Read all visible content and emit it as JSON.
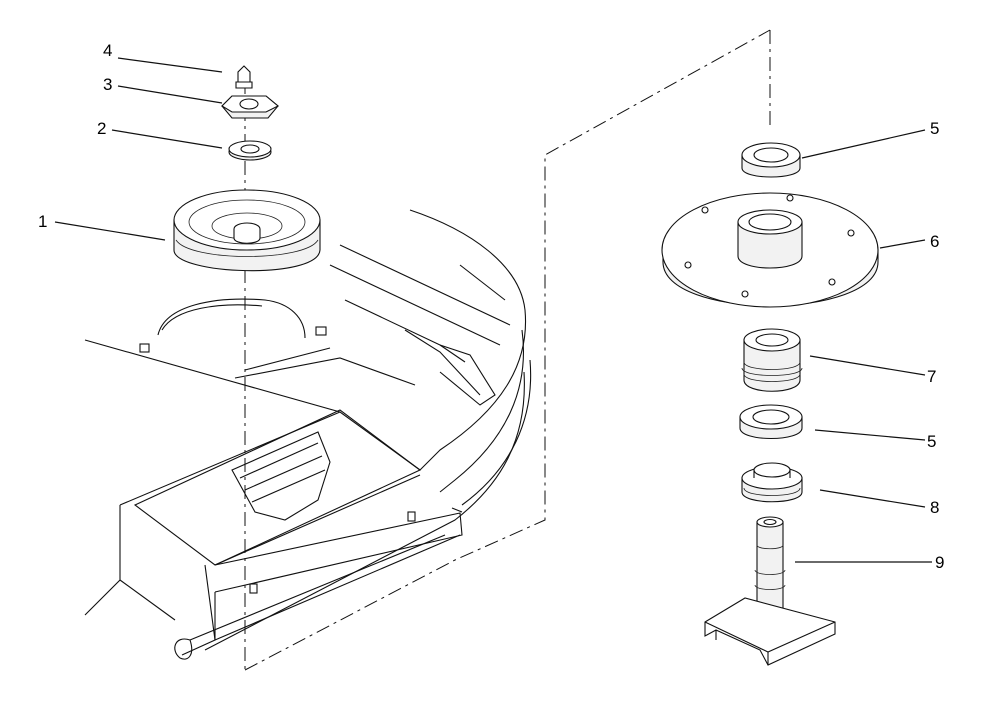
{
  "callouts": [
    {
      "id": "c1",
      "label": "1"
    },
    {
      "id": "c2",
      "label": "2"
    },
    {
      "id": "c3",
      "label": "3"
    },
    {
      "id": "c4",
      "label": "4"
    },
    {
      "id": "c5a",
      "label": "5"
    },
    {
      "id": "c6",
      "label": "6"
    },
    {
      "id": "c7",
      "label": "7"
    },
    {
      "id": "c5b",
      "label": "5"
    },
    {
      "id": "c8",
      "label": "8"
    },
    {
      "id": "c9",
      "label": "9"
    }
  ]
}
